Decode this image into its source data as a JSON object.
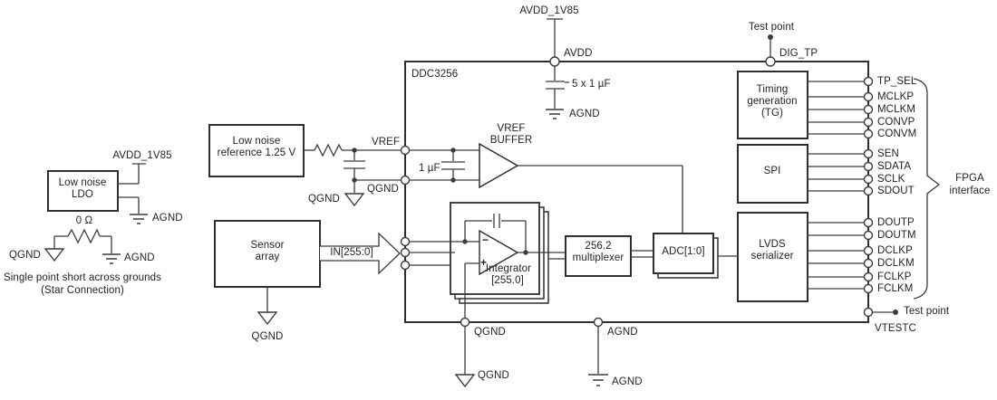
{
  "chip": {
    "name": "DDC3256"
  },
  "power": {
    "rail_top": "AVDD_1V85",
    "avdd_pin": "AVDD",
    "decoupling_cap": "5 x 1 µF",
    "decoupling_gnd": "AGND",
    "test_point_top": "Test point",
    "dig_tp_pin": "DIG_TP"
  },
  "ldo": {
    "rail": "AVDD_1V85",
    "box_line1": "Low noise",
    "box_line2": "LDO",
    "agnd": "AGND",
    "resistor_value": "0 Ω",
    "qgnd": "QGND",
    "agnd2": "AGND",
    "caption_line1": "Single point short across grounds",
    "caption_line2": "(Star Connection)"
  },
  "reference": {
    "box_line1": "Low noise",
    "box_line2": "reference 1.25 V",
    "vref_pin": "VREF",
    "qgnd_symbol": "QGND",
    "qgnd_pin": "QGND",
    "cap_label": "1 µF",
    "buffer_line1": "VREF",
    "buffer_line2": "BUFFER"
  },
  "sensor": {
    "box_line1": "Sensor",
    "box_line2": "array",
    "bus_label": "IN[255:0]",
    "qgnd": "QGND"
  },
  "integrator": {
    "minus": "−",
    "plus": "+",
    "line1": "Integrator",
    "line2": "[255.0]"
  },
  "mux": {
    "line1": "256.2",
    "line2": "multiplexer"
  },
  "adc": {
    "label": "ADC[1:0]"
  },
  "blocks": {
    "tg": {
      "line1": "Timing",
      "line2": "generation",
      "line3": "(TG)"
    },
    "spi": {
      "label": "SPI"
    },
    "lvds": {
      "line1": "LVDS",
      "line2": "serializer"
    }
  },
  "pins_right": [
    {
      "label": "TP_SEL"
    },
    {
      "label": "MCLKP"
    },
    {
      "label": "MCLKM"
    },
    {
      "label": "CONVP"
    },
    {
      "label": "CONVM"
    },
    {
      "label": "SEN"
    },
    {
      "label": "SDATA"
    },
    {
      "label": "SCLK"
    },
    {
      "label": "SDOUT"
    },
    {
      "label": "DOUTP"
    },
    {
      "label": "DOUTM"
    },
    {
      "label": "DCLKP"
    },
    {
      "label": "DCLKM"
    },
    {
      "label": "FCLKP"
    },
    {
      "label": "FCLKM"
    }
  ],
  "bottom": {
    "qgnd_pin": "QGND",
    "qgnd_symbol": "QGND",
    "agnd_pin": "AGND",
    "agnd_symbol": "AGND"
  },
  "vtest": {
    "pin": "VTESTC",
    "test_point": "Test point"
  },
  "fpga": {
    "line1": "FPGA",
    "line2": "interface"
  },
  "colors": {
    "background": "#ffffff",
    "line": "#3c3c3c",
    "text": "#232323"
  }
}
